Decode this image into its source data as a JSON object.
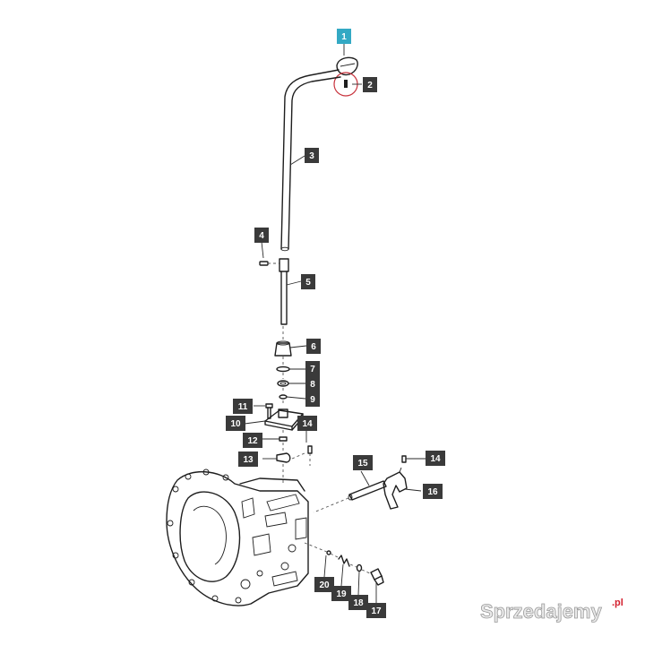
{
  "diagram": {
    "callouts": [
      {
        "label": "1",
        "highlight": true
      },
      {
        "label": "2"
      },
      {
        "label": "3"
      },
      {
        "label": "4"
      },
      {
        "label": "5"
      },
      {
        "label": "6"
      },
      {
        "label": "7"
      },
      {
        "label": "8"
      },
      {
        "label": "9"
      },
      {
        "label": "11"
      },
      {
        "label": "10"
      },
      {
        "label": "14"
      },
      {
        "label": "12"
      },
      {
        "label": "13"
      },
      {
        "label": "15"
      },
      {
        "label": "14"
      },
      {
        "label": "16"
      },
      {
        "label": "20"
      },
      {
        "label": "19"
      },
      {
        "label": "18"
      },
      {
        "label": "17"
      }
    ],
    "colors": {
      "callout_bg": "#3a3a3a",
      "callout_highlight_bg": "#33a9c4",
      "highlight_ring": "#c8323c",
      "line": "#1e1e1e"
    }
  },
  "watermark": {
    "text": "Sprzedajemy",
    "suffix": ".pl",
    "suffix_color": "#d3202e"
  }
}
